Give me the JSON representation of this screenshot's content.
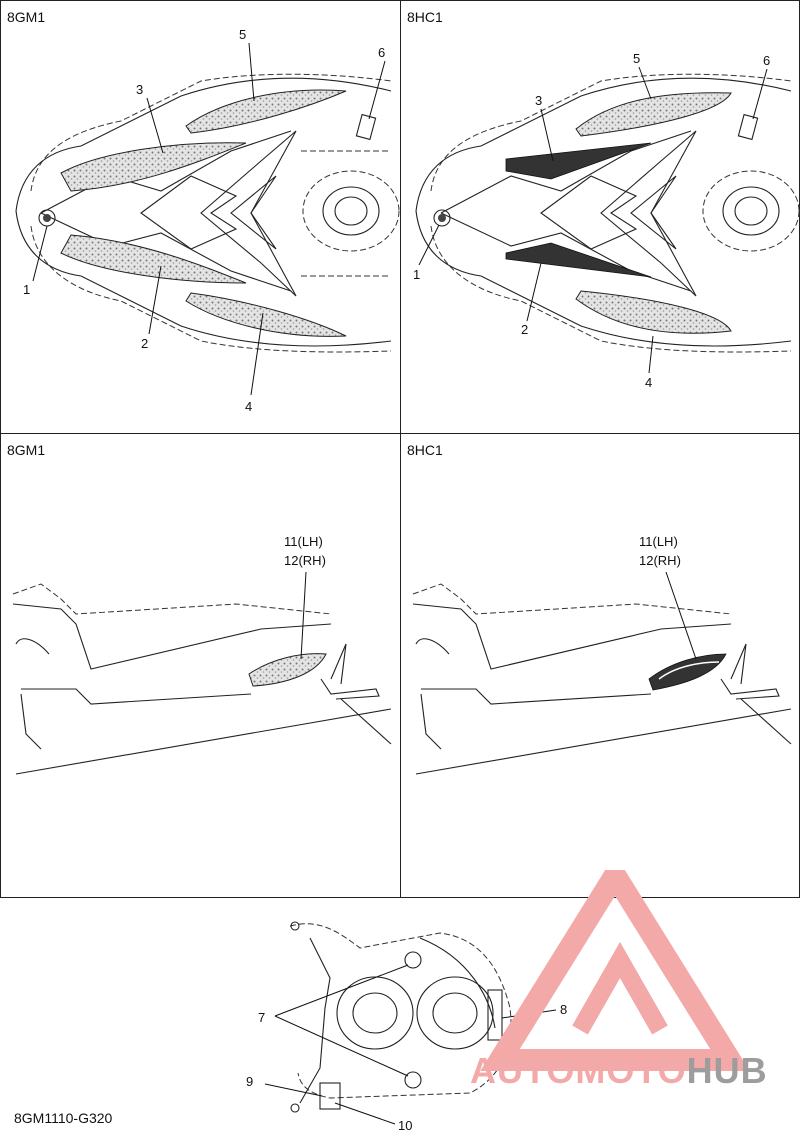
{
  "panels": {
    "top_left": {
      "label": "8GM1"
    },
    "top_right": {
      "label": "8HC1"
    },
    "mid_left": {
      "label": "8GM1"
    },
    "mid_right": {
      "label": "8HC1"
    }
  },
  "callouts": {
    "c1": "1",
    "c2": "2",
    "c3": "3",
    "c4": "4",
    "c5": "5",
    "c6": "6",
    "c7": "7",
    "c8": "8",
    "c9": "9",
    "c10": "10",
    "c11": "11(LH)",
    "c12": "12(RH)"
  },
  "footer": {
    "code": "8GM1110-G320"
  },
  "watermark": {
    "part_a": "AUTOMOTO",
    "part_b": "HUB",
    "color_a": "#f4a9a9",
    "color_b": "#9d9d9d"
  }
}
